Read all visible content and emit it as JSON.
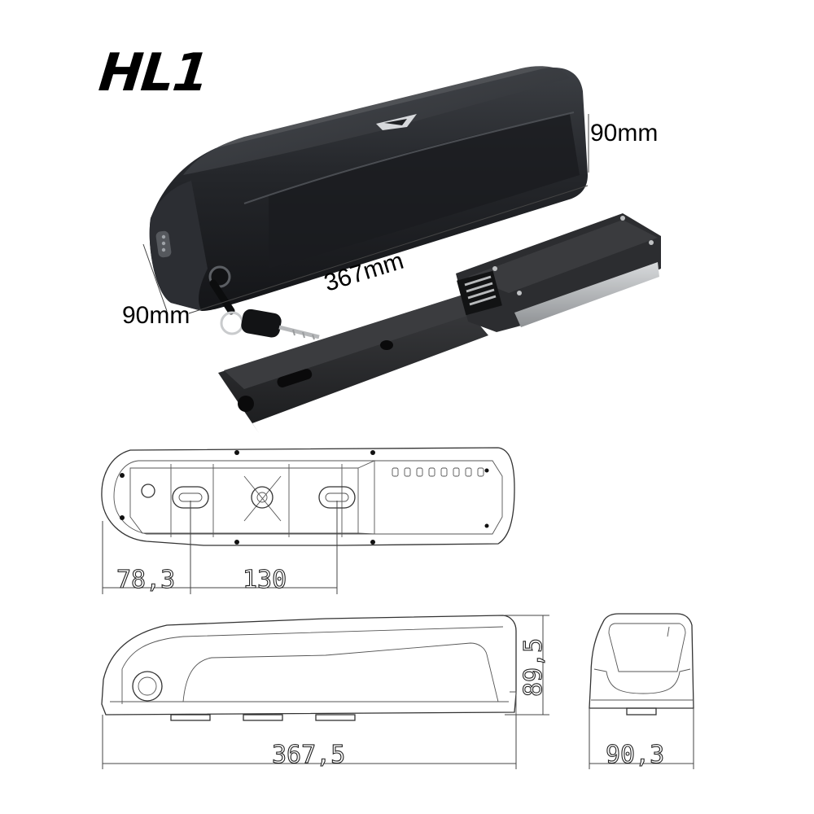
{
  "title": "HL1",
  "photo_dimensions": {
    "height": "90mm",
    "length": "367mm",
    "width": "90mm"
  },
  "drawing_dimensions": {
    "mount_offset": "78,3",
    "mount_spacing": "130",
    "overall_length": "367,5",
    "side_height": "89,5",
    "end_width": "90,3"
  },
  "colors": {
    "battery_body": "#1f2124",
    "battery_highlight": "#3a3d42",
    "mount_plate": "#2a2b2d",
    "drawing_line": "#333333"
  }
}
